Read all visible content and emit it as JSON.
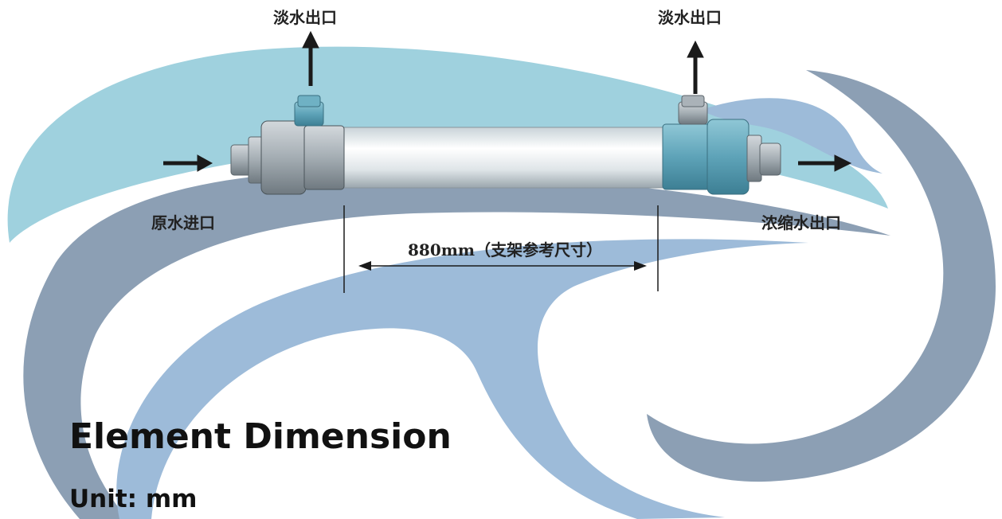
{
  "labels": {
    "permeate_outlet_left": "淡水出口",
    "permeate_outlet_right": "淡水出口",
    "raw_water_inlet": "原水进口",
    "concentrate_outlet": "浓缩水出口",
    "bracket_dimension": "880mm（支架参考尺寸）"
  },
  "heading": {
    "title": "Element Dimension",
    "unit": "Unit: mm"
  },
  "colors": {
    "swoosh_teal": "#9fd1de",
    "swoosh_slate": "#8c9fb4",
    "swoosh_blue": "#9dbbd9",
    "cap_teal": "#6fb1c4",
    "cap_gray": "#aab2b8",
    "arrow": "#1a1a1a"
  }
}
